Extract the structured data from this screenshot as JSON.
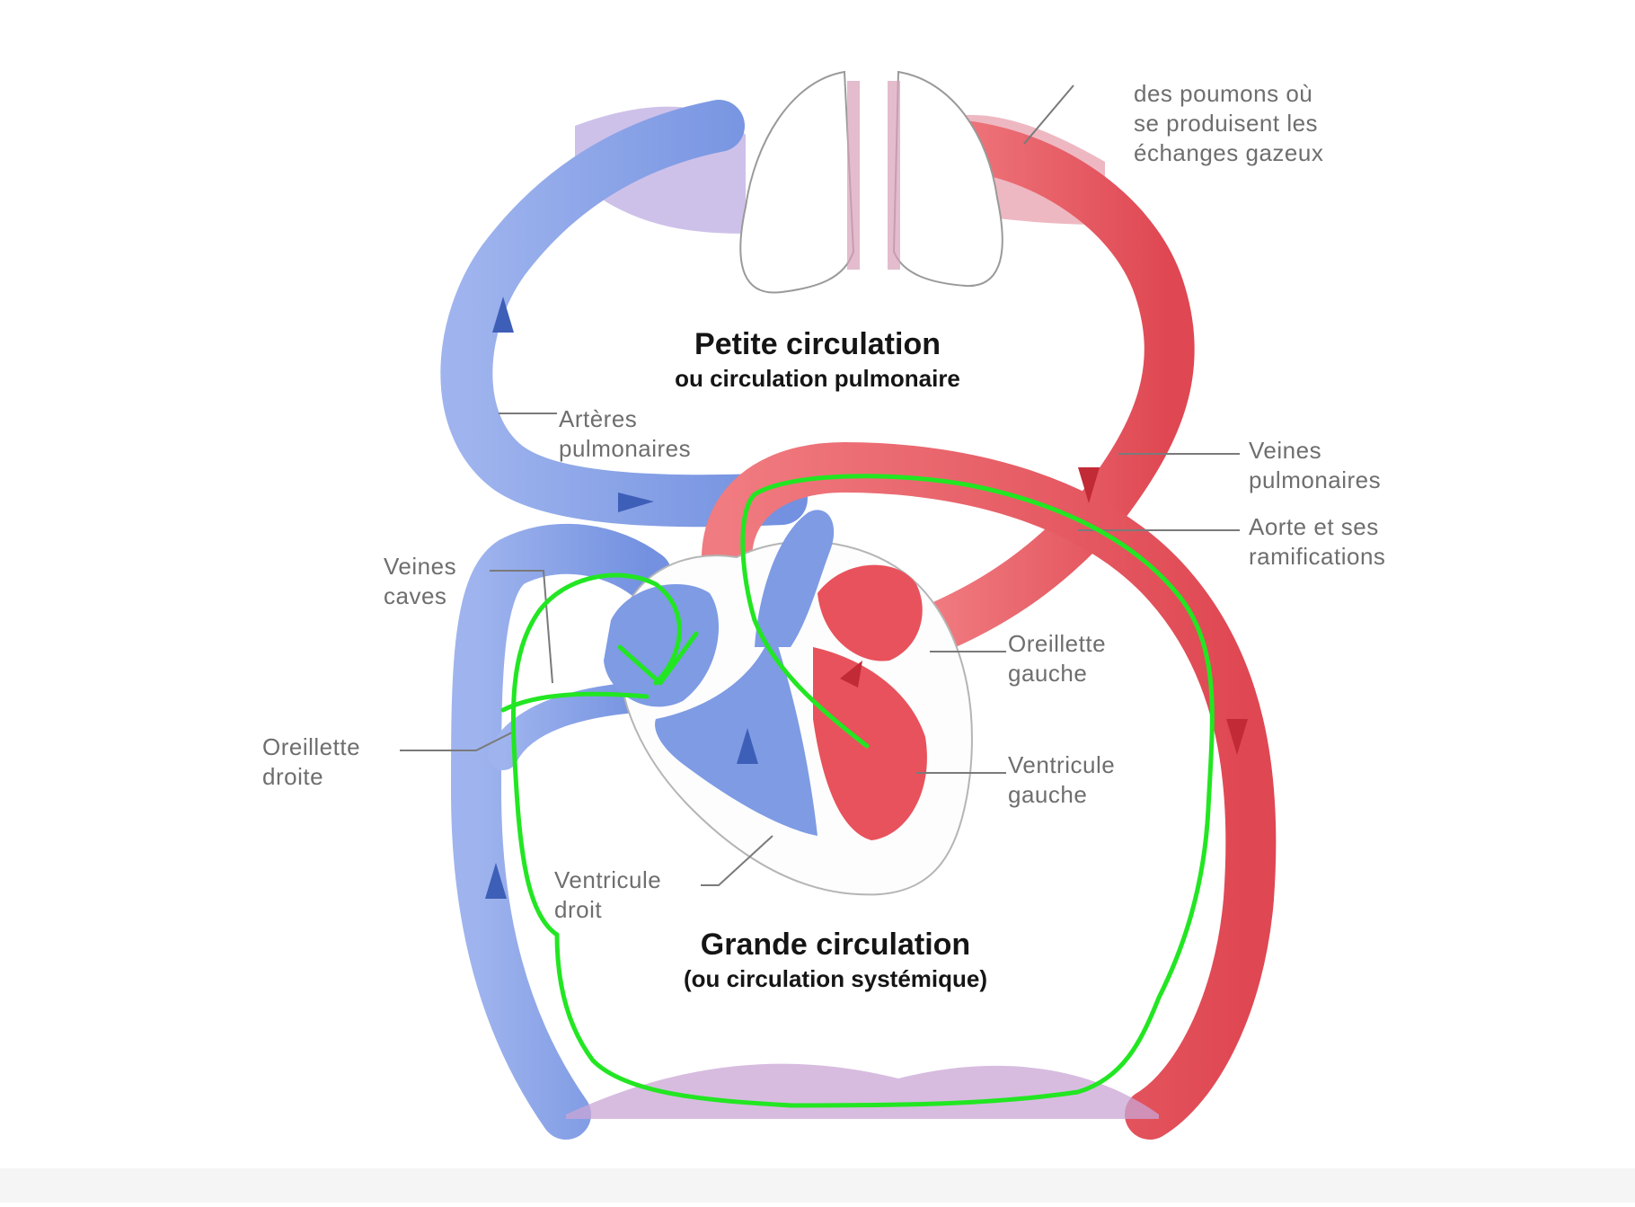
{
  "diagram": {
    "labels": {
      "lungs_note": [
        "des poumons où",
        "se produisent les",
        "échanges gazeux"
      ],
      "pulmonary_arteries": [
        "Artères",
        "pulmonaires"
      ],
      "pulmonary_veins": [
        "Veines",
        "pulmonaires"
      ],
      "aorta": [
        "Aorte et ses",
        "ramifications"
      ],
      "venae_cavae": [
        "Veines",
        "caves"
      ],
      "left_atrium": [
        "Oreillette",
        "gauche"
      ],
      "right_atrium": [
        "Oreillette",
        "droite"
      ],
      "left_ventricle": [
        "Ventricule",
        "gauche"
      ],
      "right_ventricle": [
        "Ventricule",
        "droit"
      ]
    },
    "pulmonary_title": "Petite circulation",
    "pulmonary_subtitle": "ou circulation pulmonaire",
    "systemic_title": "Grande circulation",
    "systemic_subtitle": "(ou circulation systémique)"
  },
  "colors": {
    "venous": "#7f9ee6",
    "arterial": "#e8555f",
    "annotation": "#22e622",
    "leader": "#777777"
  }
}
